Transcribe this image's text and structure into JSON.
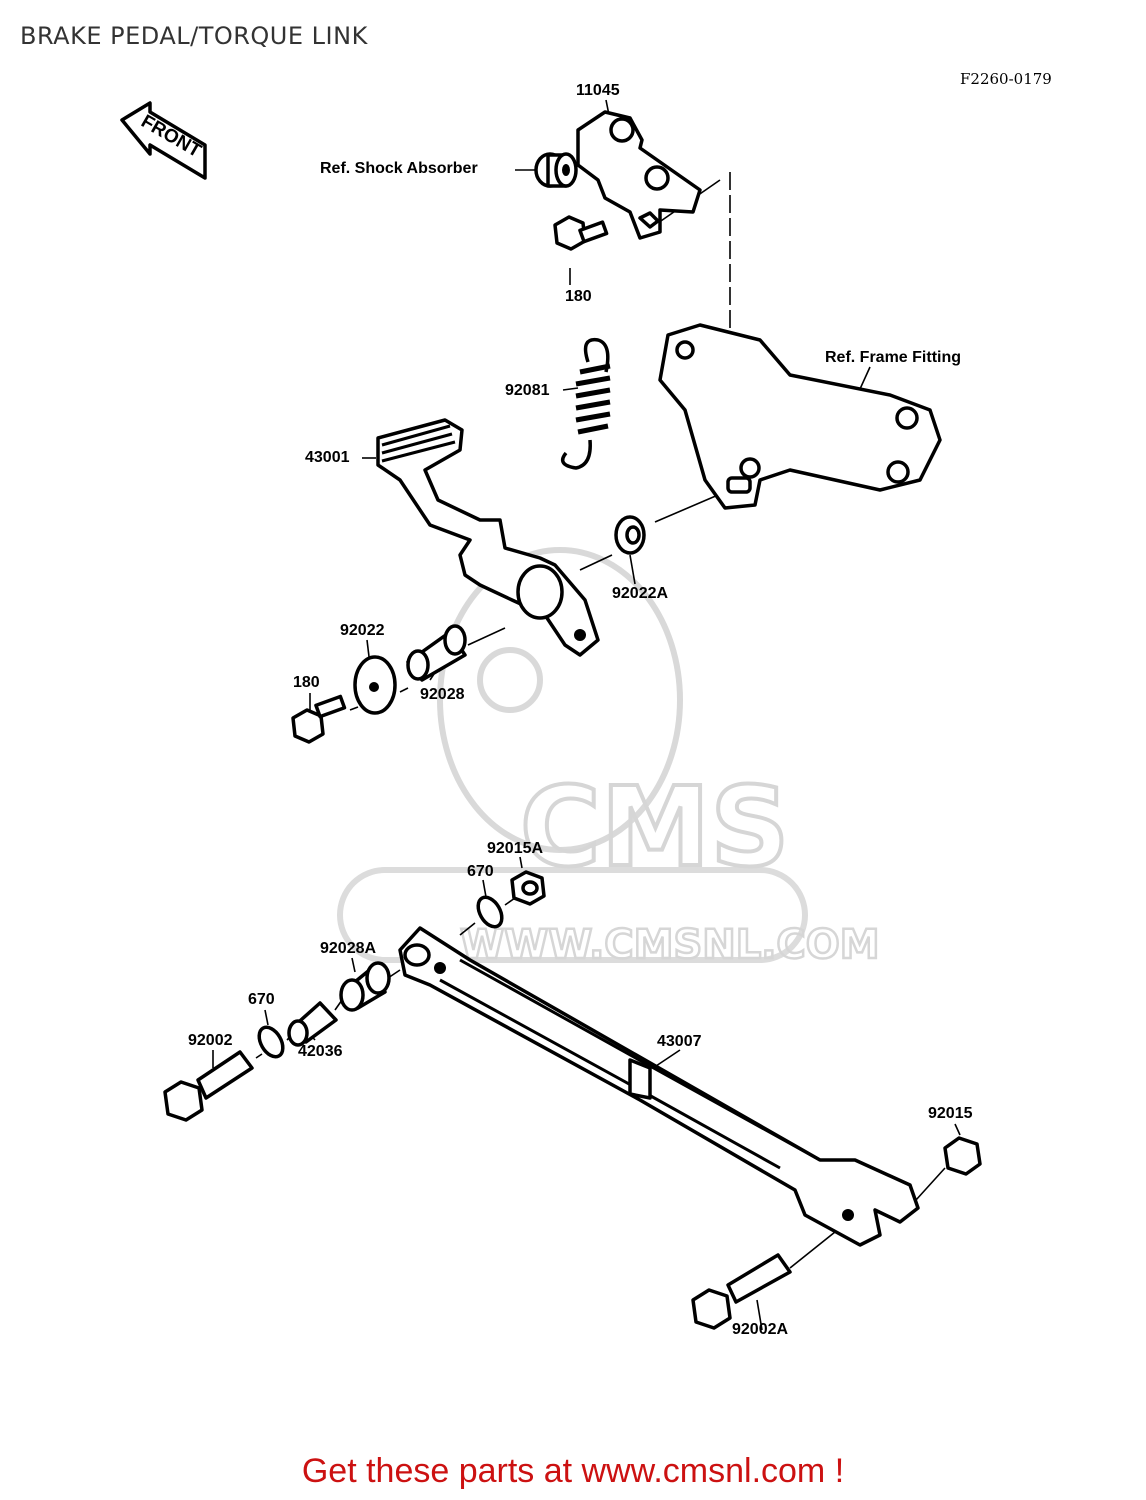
{
  "header": {
    "title": "BRAKE PEDAL/TORQUE LINK",
    "figure_code": "F2260-0179"
  },
  "direction_marker": {
    "text": "FRONT"
  },
  "watermark": {
    "brand": "CMS",
    "url": "WWW.CMSNL.COM"
  },
  "parts": {
    "p11045": "11045",
    "shock_absorber_ref": "Ref. Shock Absorber",
    "p180_top": "180",
    "p92081": "92081",
    "frame_fitting_ref": "Ref. Frame Fitting",
    "p43001": "43001",
    "p92022A": "92022A",
    "p92022": "92022",
    "p180_mid": "180",
    "p92028": "92028",
    "p92015A": "92015A",
    "p670_top": "670",
    "p92028A": "92028A",
    "p670_bottom": "670",
    "p92002": "92002",
    "p42036": "42036",
    "p43007": "43007",
    "p92015": "92015",
    "p92002A": "92002A"
  },
  "footer": {
    "text": "Get these parts at www.cmsnl.com !"
  }
}
